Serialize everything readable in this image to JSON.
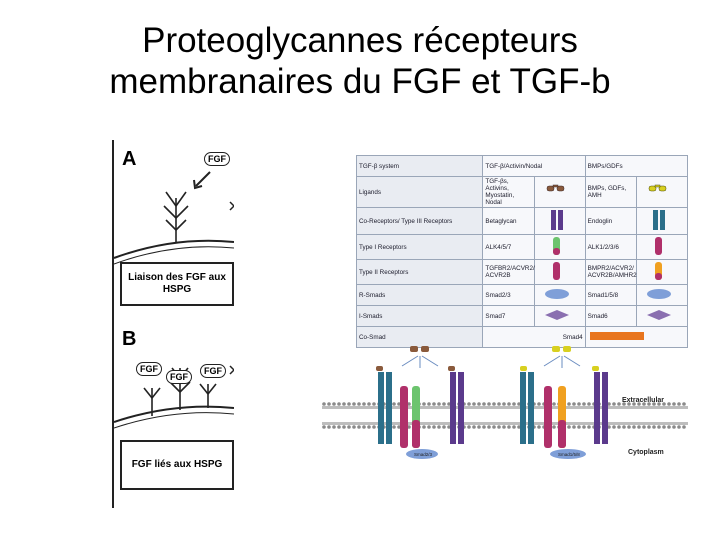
{
  "title": {
    "line1": "Proteoglycannes récepteurs",
    "line2": "membranaires du FGF et TGF-b"
  },
  "left_panel": {
    "letter_a": "A",
    "letter_b": "B",
    "fgf_a": "FGF",
    "fgf_b1": "FGF",
    "fgf_b2": "FGF",
    "fgf_b3": "FGF",
    "caption_a": "Liaison des FGF aux HSPG",
    "caption_b": "FGF liés aux HSPG"
  },
  "table": {
    "rows": [
      {
        "label": "TGF-β system",
        "col1": "TGF-β/Activin/Nodal",
        "col2": "BMPs/GDFs"
      },
      {
        "label": "Ligands",
        "col1": "TGF-βs, Activins, Myostatin, Nodal",
        "col2": "BMPs, GDFs, AMH"
      },
      {
        "label": "Co-Receptors/ Type III Receptors",
        "col1": "Betaglycan",
        "col2": "Endoglin"
      },
      {
        "label": "Type I Receptors",
        "col1": "ALK4/5/7",
        "col2": "ALK1/2/3/6"
      },
      {
        "label": "Type II Receptors",
        "col1": "TGFBR2/ACVR2/ ACVR2B",
        "col2": "BMPR2/ACVR2/ ACVR2B/AMHR2"
      },
      {
        "label": "R-Smads",
        "col1": "Smad2/3",
        "col2": "Smad1/5/8"
      },
      {
        "label": "I-Smads",
        "col1": "Smad7",
        "col2": "Smad6"
      },
      {
        "label": "Co-Smad",
        "col1": "",
        "col2": "",
        "span": "Smad4"
      }
    ]
  },
  "membrane": {
    "extracellular": "Extracellular",
    "cytoplasm": "Cytoplasm",
    "smad_left": "Smad2/3",
    "smad_right": "Smad1/5/8"
  },
  "colors": {
    "teal": "#2b6f8a",
    "purple": "#5b3a8c",
    "green": "#6cc46e",
    "magenta": "#b0306a",
    "orange": "#f0a020",
    "smad_blue": "#7f9fd8",
    "smad_purple": "#8a6fb0",
    "smad4_orange": "#e8751e",
    "ligand_brown": "#8a5a3c",
    "ligand_yellow": "#d8d020"
  }
}
